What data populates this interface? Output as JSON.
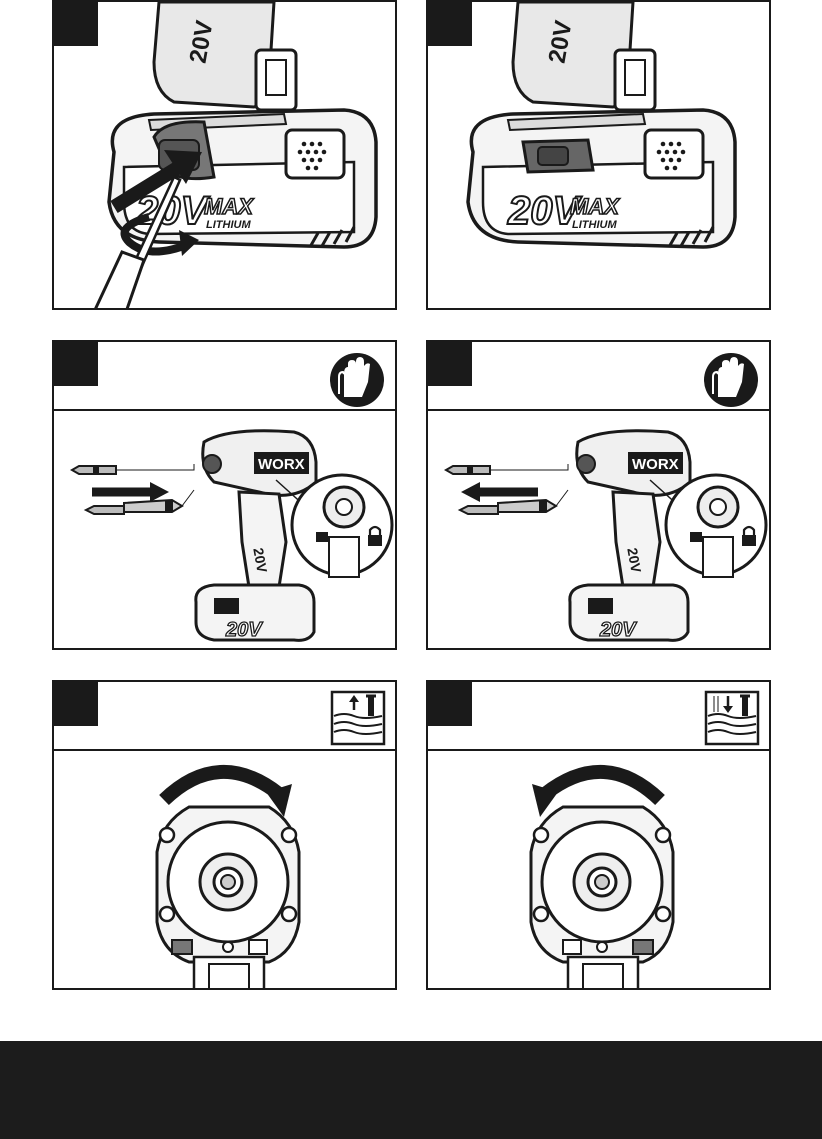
{
  "page": {
    "colors": {
      "ink": "#1a1a1a",
      "paper": "#ffffff",
      "footer": "#1c1c1c",
      "shade": "#9a9a9a"
    }
  },
  "battery": {
    "voltage_label": "20V",
    "max_label": "MAX",
    "chem_label": "LITHIUM"
  },
  "tool": {
    "brand_label": "WORX"
  },
  "icons": {
    "gloves": "gloves-icon",
    "lock": "lock-icon",
    "tighten": "tighten-screw-icon",
    "loosen": "loosen-screw-icon"
  }
}
